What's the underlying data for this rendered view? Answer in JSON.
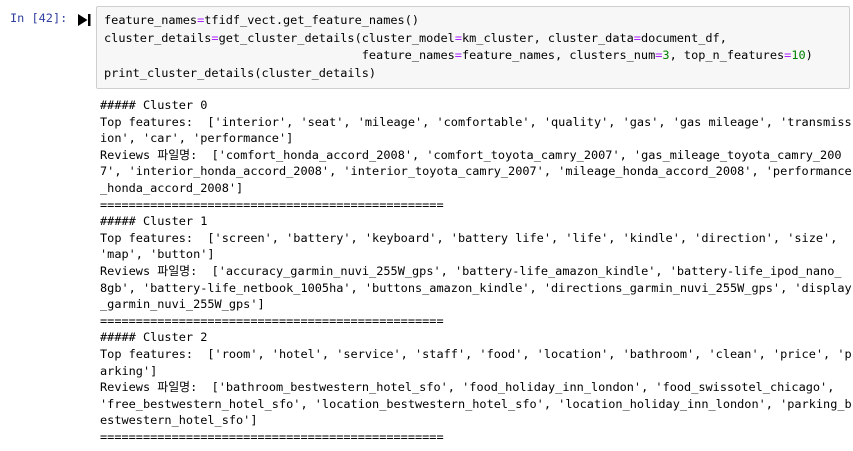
{
  "notebook": {
    "prompt": "In [42]:",
    "run_icon": "run-cell-icon",
    "colors": {
      "prompt": "#303F9F",
      "operator": "#AA22FF",
      "number": "#008000",
      "cell_background": "#F7F7F7",
      "cell_border": "#CFCFCF",
      "text": "#000000"
    },
    "code": {
      "lines": [
        [
          "feature_names",
          "=",
          "tfidf_vect.get_feature_names()"
        ],
        [
          "cluster_details",
          "=",
          "get_cluster_details(cluster_model",
          "=",
          "km_cluster, cluster_data",
          "=",
          "document_df,"
        ],
        [
          "                                    feature_names",
          "=",
          "feature_names, clusters_num",
          "=",
          "3",
          ", top_n_features",
          "=",
          "10",
          ")"
        ],
        [
          "print_cluster_details(cluster_details)"
        ]
      ]
    },
    "output": {
      "clusters": [
        {
          "header": "##### Cluster 0",
          "top_features": "Top features:  ['interior', 'seat', 'mileage', 'comfortable', 'quality', 'gas', 'gas mileage', 'transmiss\nion', 'car', 'performance']",
          "reviews": "Reviews 파일명:  ['comfort_honda_accord_2008', 'comfort_toyota_camry_2007', 'gas_mileage_toyota_camry_200\n7', 'interior_honda_accord_2008', 'interior_toyota_camry_2007', 'mileage_honda_accord_2008', 'performance\n_honda_accord_2008']",
          "separator": "================================================"
        },
        {
          "header": "##### Cluster 1",
          "top_features": "Top features:  ['screen', 'battery', 'keyboard', 'battery life', 'life', 'kindle', 'direction', 'size',\n'map', 'button']",
          "reviews": "Reviews 파일명:  ['accuracy_garmin_nuvi_255W_gps', 'battery-life_amazon_kindle', 'battery-life_ipod_nano_\n8gb', 'battery-life_netbook_1005ha', 'buttons_amazon_kindle', 'directions_garmin_nuvi_255W_gps', 'display\n_garmin_nuvi_255W_gps']",
          "separator": "================================================"
        },
        {
          "header": "##### Cluster 2",
          "top_features": "Top features:  ['room', 'hotel', 'service', 'staff', 'food', 'location', 'bathroom', 'clean', 'price', 'p\narking']",
          "reviews": "Reviews 파일명:  ['bathroom_bestwestern_hotel_sfo', 'food_holiday_inn_london', 'food_swissotel_chicago',\n'free_bestwestern_hotel_sfo', 'location_bestwestern_hotel_sfo', 'location_holiday_inn_london', 'parking_b\nestwestern_hotel_sfo']",
          "separator": "================================================"
        }
      ]
    }
  }
}
